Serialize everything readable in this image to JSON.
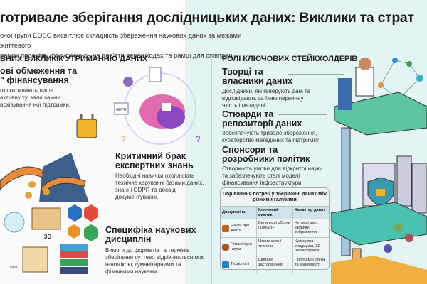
{
  "header": {
    "title": "готривале зберігання дослідницьких даних: Виклики та страт",
    "subtitle_1": "очої групи EOSC висвітлює складність збереження наукових даних за межами життевого",
    "subtitle_2": "ремих проектів, фокусуючись на дев'яти перешкодах та рамці для співпраці."
  },
  "left": {
    "section": "ВНИХ ВИКЛИКІК УТРИМАННЮ ДАНИХ",
    "items": [
      {
        "title_1": "ові обмеження та",
        "title_2": "\" фінансування",
        "desc": "го покривають лише активну ту, залишаючи архівування ної підтримки."
      },
      {
        "title_1": "Критичний брак",
        "title_2": "експертних знань",
        "desc": "Необхідні навички охоплюють технічне керуванні базами даних, знанні GDPR та досвід документуванні."
      },
      {
        "title_1": "Специфіка наукових",
        "title_2": "дисциплін",
        "desc": "Вимоги до форматів та термінів зберігання суттево відрізняються між геномікою, гуманітарними та фізичними науками."
      }
    ],
    "labels": {
      "gdpr": "GDPR",
      "threed": "3D",
      "data": "Data"
    }
  },
  "right": {
    "section": "РОЛІ КЛЮЧОВИХ СТЕЙКХОЛДЕРІВ",
    "roles": [
      {
        "title_1": "Творці та",
        "title_2": "власники даних",
        "desc": "Дослідники, які генерують дані та відповідають за їхню первинну якість і метадані."
      },
      {
        "title_1": "Стюарди та",
        "title_2": "репозиторії даних",
        "desc": "Забезпечують тривале збереження, кураторство метаданих та підтримку"
      },
      {
        "title_1": "Спонсори та",
        "title_2": "розробники політик",
        "desc": "Створюють умови для відкритої науки та забезпечують сталі моделі фінансування інфраструктури."
      }
    ],
    "table": {
      "title": "Порівняння потреб у зберіганні даних між різними галузями",
      "headers": [
        "Дисципліна",
        "Ключовий виклик",
        "Характер даних"
      ],
      "rows": [
        {
          "discipline": "Науки про життя",
          "challenge": "Величезні обсяги (100GB+)",
          "nature": "Чутливі дані, медичні зображення",
          "color": "#c0612b"
        },
        {
          "discipline": "Гуманітарні науки",
          "challenge": "Невизначені терміни",
          "nature": "Культурна спадщина, 3D-реконструкції",
          "color": "#a9521f"
        },
        {
          "discipline": "Технології",
          "challenge": "Швидке застарівання",
          "nature": "Програмні стеки та залежності",
          "color": "#2a7fb8"
        }
      ]
    }
  }
}
